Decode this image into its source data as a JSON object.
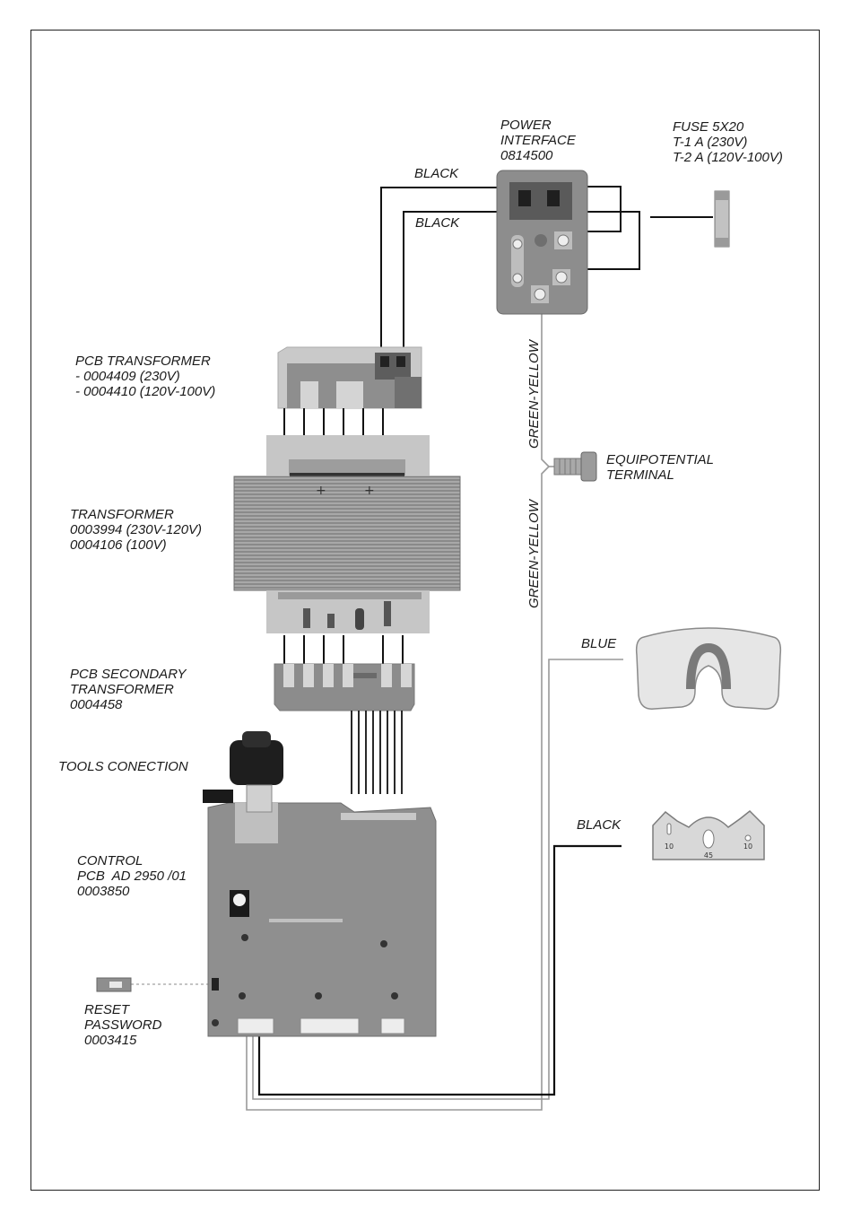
{
  "labels": {
    "power_interface": [
      "POWER",
      "INTERFACE",
      "0814500"
    ],
    "fuse": [
      "FUSE 5X20",
      "T-1 A (230V)",
      "T-2 A (120V-100V)"
    ],
    "black_wire_1": "BLACK",
    "black_wire_2": "BLACK",
    "pcb_transformer": [
      "PCB TRANSFORMER",
      "- 0004409 (230V)",
      "- 0004410 (120V-100V)"
    ],
    "transformer": [
      "TRANSFORMER",
      "0003994 (230V-120V)",
      "0004106 (100V)"
    ],
    "pcb_secondary_transformer": [
      "PCB SECONDARY",
      "TRANSFORMER",
      "0004458"
    ],
    "tools_connection": "TOOLS CONECTION",
    "control_pcb": [
      "CONTROL",
      "PCB  AD 2950 /01",
      "0003850"
    ],
    "reset_password": [
      "RESET",
      "PASSWORD",
      "0003415"
    ],
    "equipotential_terminal": [
      "EQUIPOTENTIAL",
      "TERMINAL"
    ],
    "green_yellow_upper": "GREEN-YELLOW",
    "green_yellow_lower": "GREEN-YELLOW",
    "blue_wire": "BLUE",
    "black_wire_3": "BLACK",
    "blade_marks": [
      "10",
      "45",
      "10"
    ]
  },
  "colors": {
    "component_gray": "#8c8c8c",
    "light_gray": "#c8c8c8",
    "wire_black": "#111111",
    "wire_gray": "#9a9a9a"
  }
}
